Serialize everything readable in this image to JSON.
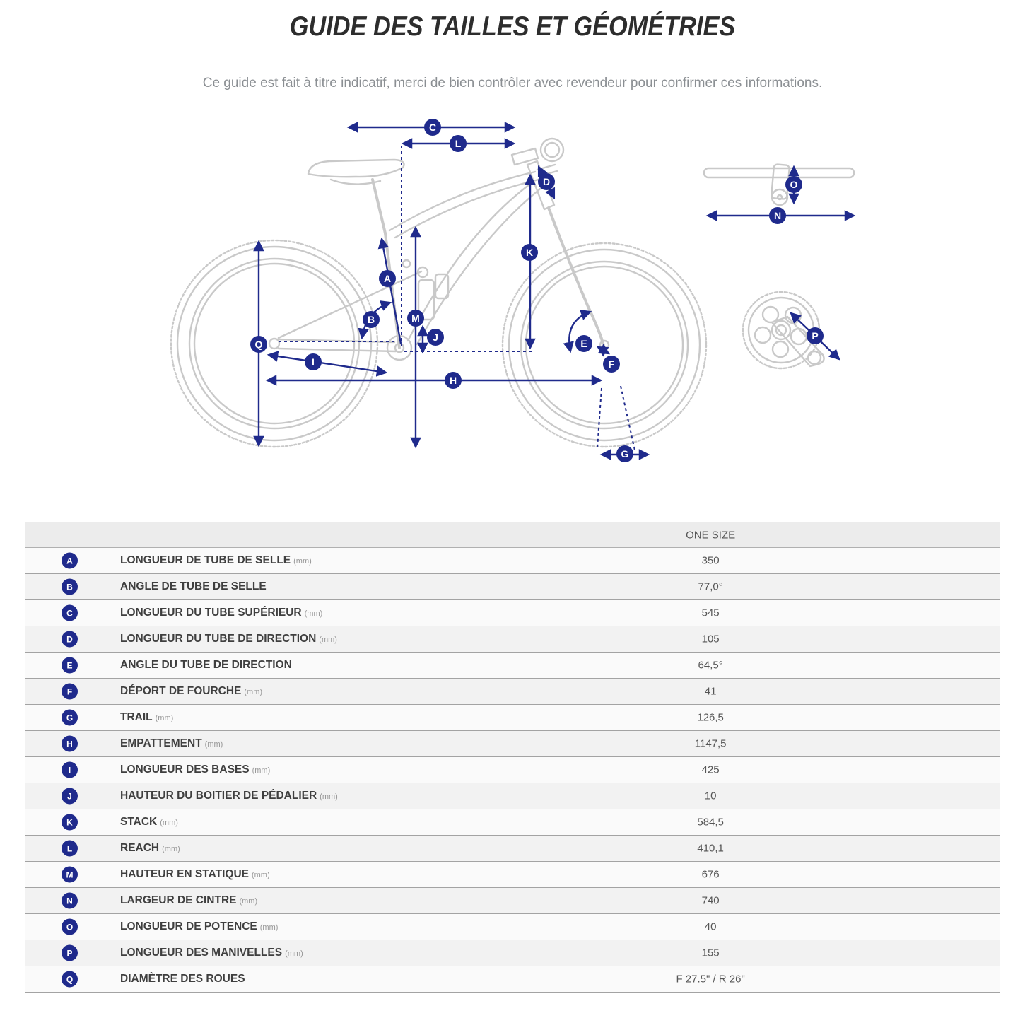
{
  "page": {
    "title": "GUIDE DES TAILLES ET GÉOMÉTRIES",
    "subtitle": "Ce guide est fait à titre indicatif, merci de bien contrôler avec revendeur pour confirmer ces informations."
  },
  "colors": {
    "accent_navy": "#1f2a8c",
    "bike_outline": "#c9c9c9"
  },
  "diagram": {
    "labels": {
      "A": "A",
      "B": "B",
      "C": "C",
      "D": "D",
      "E": "E",
      "F": "F",
      "G": "G",
      "H": "H",
      "I": "I",
      "J": "J",
      "K": "K",
      "L": "L",
      "M": "M",
      "N": "N",
      "O": "O",
      "P": "P",
      "Q": "Q"
    }
  },
  "table": {
    "size_header": "ONE SIZE",
    "rows": [
      {
        "letter": "A",
        "label": "LONGUEUR DE TUBE DE SELLE",
        "unit": "(mm)",
        "value": "350"
      },
      {
        "letter": "B",
        "label": "ANGLE DE TUBE DE SELLE",
        "unit": "",
        "value": "77,0°"
      },
      {
        "letter": "C",
        "label": "LONGUEUR DU TUBE SUPÉRIEUR",
        "unit": "(mm)",
        "value": "545"
      },
      {
        "letter": "D",
        "label": "LONGUEUR DU TUBE DE DIRECTION",
        "unit": "(mm)",
        "value": "105"
      },
      {
        "letter": "E",
        "label": "ANGLE DU TUBE DE DIRECTION",
        "unit": "",
        "value": "64,5°"
      },
      {
        "letter": "F",
        "label": "DÉPORT DE FOURCHE",
        "unit": "(mm)",
        "value": "41"
      },
      {
        "letter": "G",
        "label": "TRAIL",
        "unit": "(mm)",
        "value": "126,5"
      },
      {
        "letter": "H",
        "label": "EMPATTEMENT",
        "unit": "(mm)",
        "value": "1147,5"
      },
      {
        "letter": "I",
        "label": "LONGUEUR DES BASES",
        "unit": "(mm)",
        "value": "425"
      },
      {
        "letter": "J",
        "label": "HAUTEUR DU BOITIER DE PÉDALIER",
        "unit": "(mm)",
        "value": "10"
      },
      {
        "letter": "K",
        "label": "STACK",
        "unit": "(mm)",
        "value": "584,5"
      },
      {
        "letter": "L",
        "label": "REACH",
        "unit": "(mm)",
        "value": "410,1"
      },
      {
        "letter": "M",
        "label": "HAUTEUR EN STATIQUE",
        "unit": "(mm)",
        "value": "676"
      },
      {
        "letter": "N",
        "label": "LARGEUR DE CINTRE",
        "unit": "(mm)",
        "value": "740"
      },
      {
        "letter": "O",
        "label": "LONGUEUR DE POTENCE",
        "unit": "(mm)",
        "value": "40"
      },
      {
        "letter": "P",
        "label": "LONGUEUR DES MANIVELLES",
        "unit": "(mm)",
        "value": "155"
      },
      {
        "letter": "Q",
        "label": "DIAMÈTRE DES ROUES",
        "unit": "",
        "value": "F 27.5\" / R 26\""
      }
    ]
  }
}
